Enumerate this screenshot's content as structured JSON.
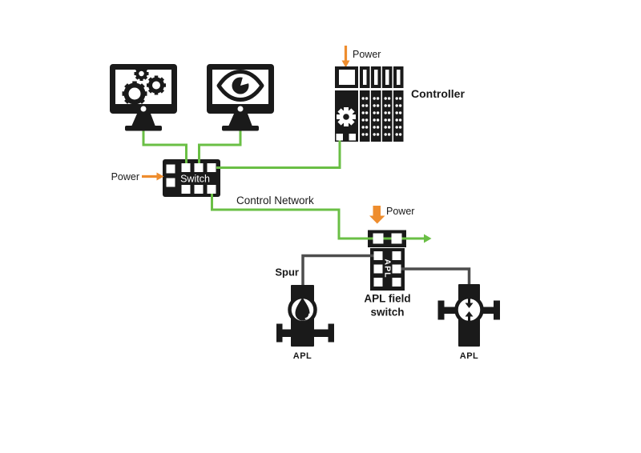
{
  "colors": {
    "green": "#6abf45",
    "orange": "#ee8d2e",
    "dark_gray": "#4d4d4d",
    "black": "#1a1a1a",
    "background": "#ffffff"
  },
  "nodes": {
    "engineering_workstation": {
      "icon": "gears-monitor-icon"
    },
    "operator_workstation": {
      "icon": "eye-monitor-icon"
    },
    "controller": {
      "label": "Controller",
      "power_label": "Power"
    },
    "network_switch": {
      "label": "Switch",
      "power_label": "Power"
    },
    "apl_field_switch": {
      "label_line1": "APL field",
      "label_line2": "switch",
      "port_label": "APL",
      "power_label": "Power"
    },
    "field_device_left": {
      "label": "APL",
      "icon": "droplet-icon"
    },
    "field_device_right": {
      "label": "APL",
      "icon": "opposing-arrows-icon"
    }
  },
  "connections": {
    "control_network_label": "Control Network",
    "spur_label": "Spur"
  }
}
